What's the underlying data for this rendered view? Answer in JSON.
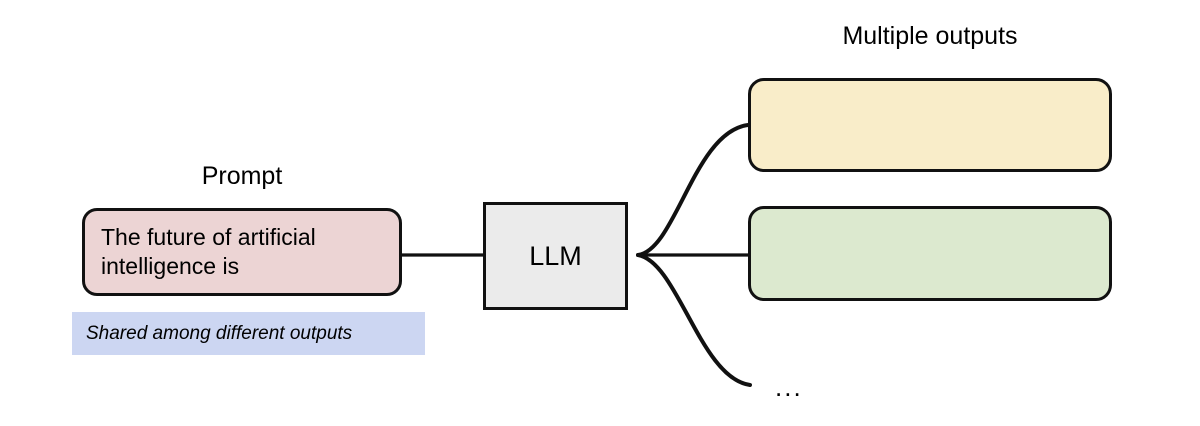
{
  "diagram": {
    "title_left": "Prompt",
    "title_right": "Multiple outputs",
    "prompt": {
      "label": "Prompt",
      "text": "The future of artificial intelligence is",
      "fill_color": "#ecd4d4",
      "border_color": "#111111"
    },
    "shared_note": {
      "text": "Shared among different outputs",
      "fill_color": "#ccd6f2"
    },
    "model": {
      "label": "LLM",
      "fill_color": "#ebebeb",
      "border_color": "#111111"
    },
    "outputs": {
      "label": "Multiple outputs",
      "ellipsis": "...",
      "items": [
        {
          "name": "output-1",
          "text": "",
          "fill_color": "#f9edc9",
          "border_color": "#111111"
        },
        {
          "name": "output-2",
          "text": "",
          "fill_color": "#dce9cf",
          "border_color": "#111111"
        }
      ]
    },
    "connectors": {
      "stroke_color": "#111111",
      "input_edge": "prompt-to-llm",
      "fan_out_count": 3
    }
  }
}
